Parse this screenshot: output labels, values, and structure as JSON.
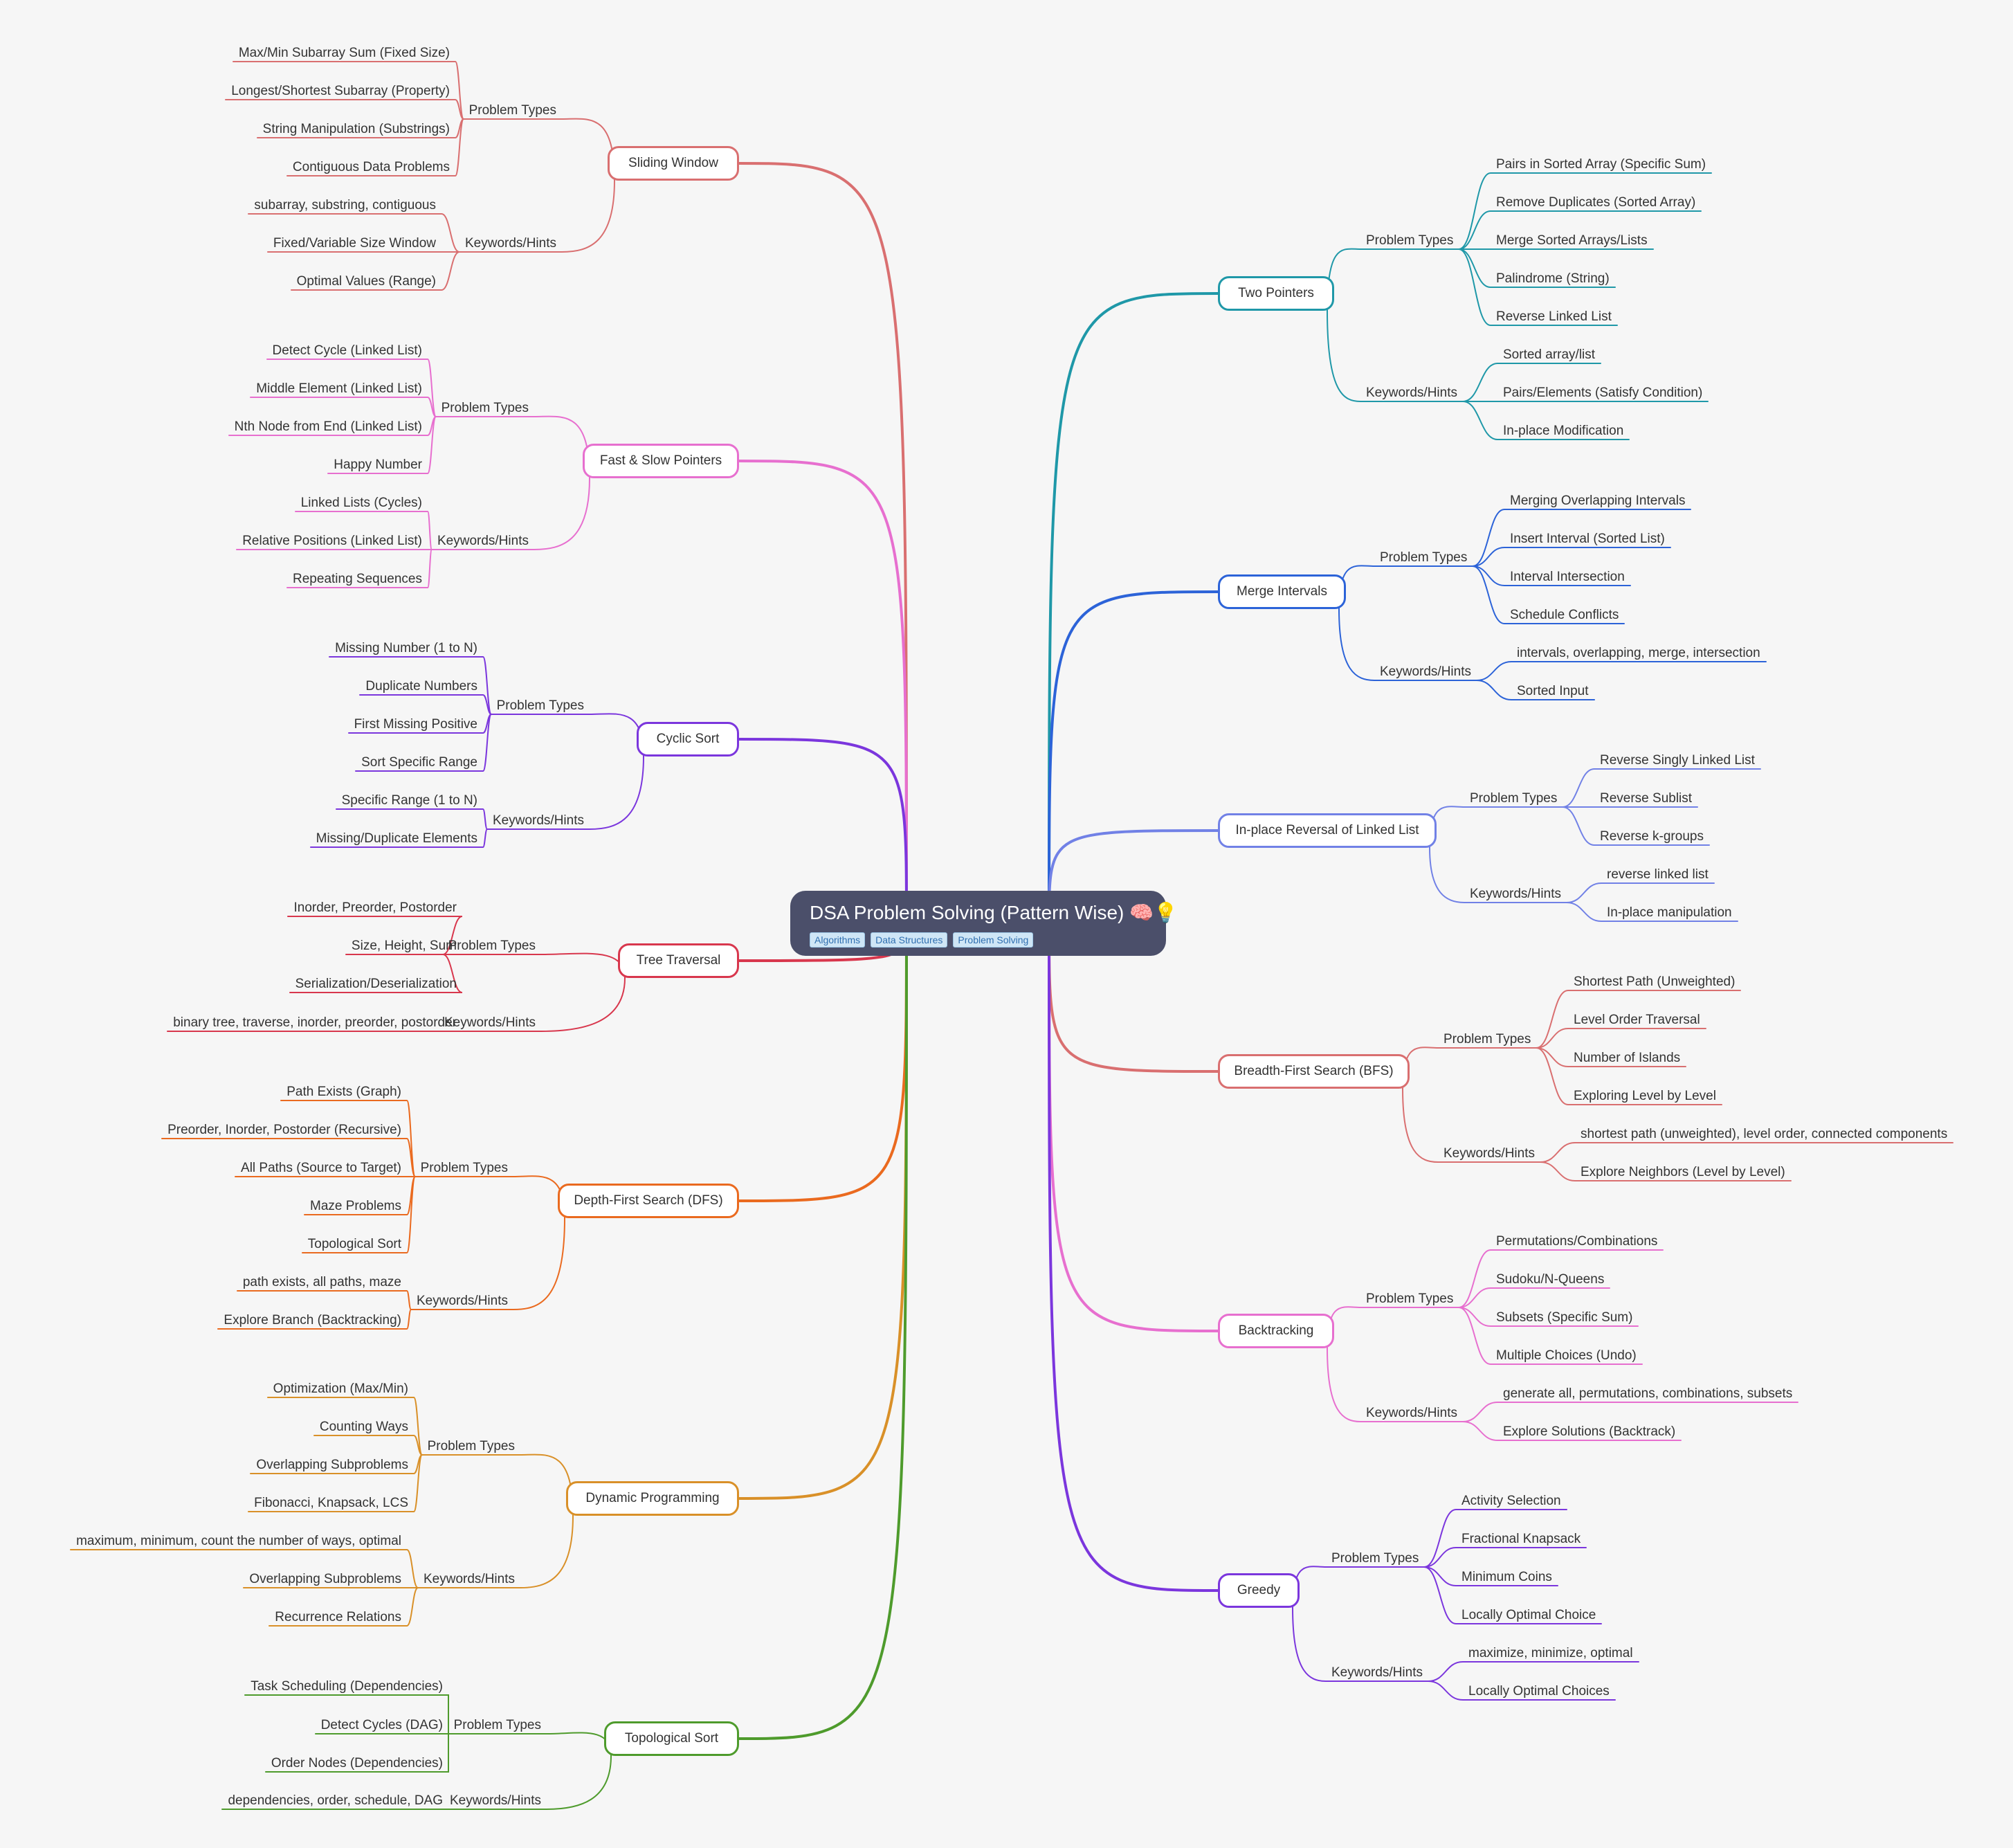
{
  "root": {
    "title": "DSA Problem Solving (Pattern Wise) 🧠💡",
    "tags": [
      "Algorithms",
      "Data Structures",
      "Problem Solving"
    ]
  },
  "branches": [
    {
      "id": "sliding-window",
      "label": "Sliding Window",
      "color": "#d96f70",
      "groups": [
        {
          "label": "Problem Types",
          "items": [
            "Max/Min Subarray Sum (Fixed Size)",
            "Longest/Shortest Subarray (Property)",
            "String Manipulation (Substrings)",
            "Contiguous Data Problems"
          ]
        },
        {
          "label": "Keywords/Hints",
          "items": [
            "subarray, substring, contiguous",
            "Fixed/Variable Size Window",
            "Optimal Values (Range)"
          ]
        }
      ]
    },
    {
      "id": "fast-slow-pointers",
      "label": "Fast & Slow Pointers",
      "color": "#e76fcf",
      "groups": [
        {
          "label": "Problem Types",
          "items": [
            "Detect Cycle (Linked List)",
            "Middle Element (Linked List)",
            "Nth Node from End (Linked List)",
            "Happy Number"
          ]
        },
        {
          "label": "Keywords/Hints",
          "items": [
            "Linked Lists (Cycles)",
            "Relative Positions (Linked List)",
            "Repeating Sequences"
          ]
        }
      ]
    },
    {
      "id": "cyclic-sort",
      "label": "Cyclic Sort",
      "color": "#7b36dd",
      "groups": [
        {
          "label": "Problem Types",
          "items": [
            "Missing Number (1 to N)",
            "Duplicate Numbers",
            "First Missing Positive",
            "Sort Specific Range"
          ]
        },
        {
          "label": "Keywords/Hints",
          "items": [
            "Specific Range (1 to N)",
            "Missing/Duplicate Elements"
          ]
        }
      ]
    },
    {
      "id": "tree-traversal",
      "label": "Tree Traversal",
      "color": "#d8374d",
      "groups": [
        {
          "label": "Problem Types",
          "items": [
            "Inorder, Preorder, Postorder",
            "Size, Height, Sum",
            "Serialization/Deserialization"
          ]
        },
        {
          "label": "Keywords/Hints",
          "items": [
            "binary tree, traverse, inorder, preorder, postorder"
          ]
        }
      ]
    },
    {
      "id": "dfs",
      "label": "Depth-First Search (DFS)",
      "color": "#ea6a1f",
      "groups": [
        {
          "label": "Problem Types",
          "items": [
            "Path Exists (Graph)",
            "Preorder, Inorder, Postorder (Recursive)",
            "All Paths (Source to Target)",
            "Maze Problems",
            "Topological Sort"
          ]
        },
        {
          "label": "Keywords/Hints",
          "items": [
            "path exists, all paths, maze",
            "Explore Branch (Backtracking)"
          ]
        }
      ]
    },
    {
      "id": "dynamic-programming",
      "label": "Dynamic Programming",
      "color": "#d99028",
      "groups": [
        {
          "label": "Problem Types",
          "items": [
            "Optimization (Max/Min)",
            "Counting Ways",
            "Overlapping Subproblems",
            "Fibonacci, Knapsack, LCS"
          ]
        },
        {
          "label": "Keywords/Hints",
          "items": [
            "maximum, minimum, count the number of ways, optimal",
            "Overlapping Subproblems",
            "Recurrence Relations"
          ]
        }
      ]
    },
    {
      "id": "topological-sort",
      "label": "Topological Sort",
      "color": "#4e9b2c",
      "groups": [
        {
          "label": "Problem Types",
          "items": [
            "Task Scheduling (Dependencies)",
            "Detect Cycles (DAG)",
            "Order Nodes (Dependencies)"
          ]
        },
        {
          "label": "Keywords/Hints",
          "items": [
            "dependencies, order, schedule, DAG"
          ]
        }
      ]
    },
    {
      "id": "two-pointers",
      "label": "Two Pointers",
      "color": "#1f98a8",
      "groups": [
        {
          "label": "Problem Types",
          "items": [
            "Pairs in Sorted Array (Specific Sum)",
            "Remove Duplicates (Sorted Array)",
            "Merge Sorted Arrays/Lists",
            "Palindrome (String)",
            "Reverse Linked List"
          ]
        },
        {
          "label": "Keywords/Hints",
          "items": [
            "Sorted array/list",
            "Pairs/Elements (Satisfy Condition)",
            "In-place Modification"
          ]
        }
      ]
    },
    {
      "id": "merge-intervals",
      "label": "Merge Intervals",
      "color": "#2c63d8",
      "groups": [
        {
          "label": "Problem Types",
          "items": [
            "Merging Overlapping Intervals",
            "Insert Interval (Sorted List)",
            "Interval Intersection",
            "Schedule Conflicts"
          ]
        },
        {
          "label": "Keywords/Hints",
          "items": [
            "intervals, overlapping, merge, intersection",
            "Sorted Input"
          ]
        }
      ]
    },
    {
      "id": "in-place-reversal",
      "label": "In-place Reversal of Linked List",
      "color": "#7181e6",
      "groups": [
        {
          "label": "Problem Types",
          "items": [
            "Reverse Singly Linked List",
            "Reverse Sublist",
            "Reverse k-groups"
          ]
        },
        {
          "label": "Keywords/Hints",
          "items": [
            "reverse linked list",
            "In-place manipulation"
          ]
        }
      ]
    },
    {
      "id": "bfs",
      "label": "Breadth-First Search (BFS)",
      "color": "#d96f70",
      "groups": [
        {
          "label": "Problem Types",
          "items": [
            "Shortest Path (Unweighted)",
            "Level Order Traversal",
            "Number of Islands",
            "Exploring Level by Level"
          ]
        },
        {
          "label": "Keywords/Hints",
          "items": [
            "shortest path (unweighted), level order, connected components",
            "Explore Neighbors (Level by Level)"
          ]
        }
      ]
    },
    {
      "id": "backtracking",
      "label": "Backtracking",
      "color": "#e76fcf",
      "groups": [
        {
          "label": "Problem Types",
          "items": [
            "Permutations/Combinations",
            "Sudoku/N-Queens",
            "Subsets (Specific Sum)",
            "Multiple Choices (Undo)"
          ]
        },
        {
          "label": "Keywords/Hints",
          "items": [
            "generate all, permutations, combinations, subsets",
            "Explore Solutions (Backtrack)"
          ]
        }
      ]
    },
    {
      "id": "greedy",
      "label": "Greedy",
      "color": "#7b36dd",
      "groups": [
        {
          "label": "Problem Types",
          "items": [
            "Activity Selection",
            "Fractional Knapsack",
            "Minimum Coins",
            "Locally Optimal Choice"
          ]
        },
        {
          "label": "Keywords/Hints",
          "items": [
            "maximize, minimize, optimal",
            "Locally Optimal Choices"
          ]
        }
      ]
    }
  ]
}
